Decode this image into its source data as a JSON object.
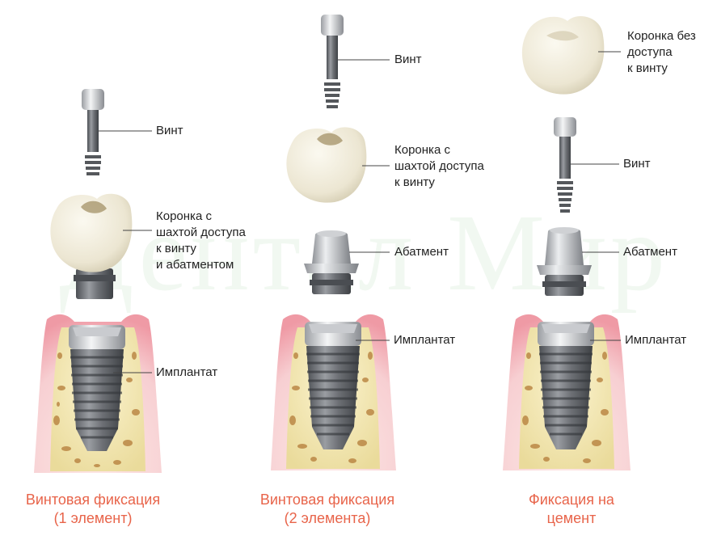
{
  "watermark": "Дентал Мир",
  "columns": [
    {
      "caption": [
        "Винтовая фиксация",
        "(1 элемент)"
      ],
      "labels": {
        "screw": "Винт",
        "crown": [
          "Коронка с",
          "шахтой доступа",
          "к винту",
          "и абатментом"
        ],
        "implant": "Имплантат"
      }
    },
    {
      "caption": [
        "Винтовая фиксация",
        "(2 элемента)"
      ],
      "labels": {
        "screw": "Винт",
        "crown": [
          "Коронка с",
          "шахтой доступа",
          "к винту"
        ],
        "abutment": "Абатмент",
        "implant": "Имплантат"
      }
    },
    {
      "caption": [
        "Фиксация на",
        "цемент"
      ],
      "labels": {
        "crown": [
          "Коронка без",
          "доступа",
          "к винту"
        ],
        "screw": "Винт",
        "abutment": "Абатмент",
        "implant": "Имплантат"
      }
    }
  ],
  "colors": {
    "caption": "#e8644a",
    "label": "#222222",
    "bone": "#f2e6b4",
    "gum": "#f4c2c8",
    "metal": "#6c6f74",
    "crown": "#efeadb"
  }
}
